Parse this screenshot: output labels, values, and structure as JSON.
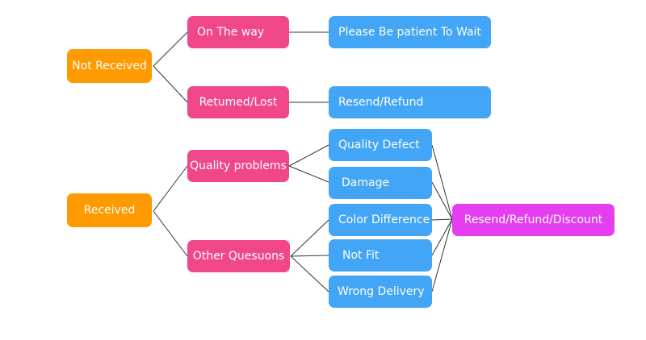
{
  "colors": {
    "level1": "#ff9a00",
    "level2": "#f0468a",
    "level3": "#42a5f5",
    "outcome": "#e53ef0",
    "connector": "#333333"
  },
  "nodes": {
    "not_received": "Not Received",
    "on_the_way": "On The way",
    "please_wait": "Please Be patient To Wait",
    "returned_lost": "Retumed/Lost",
    "resend_refund": "Resend/Refund",
    "received": "Received",
    "quality_problems": "Quality problems",
    "quality_defect": "Quality Defect",
    "damage": "Damage",
    "other_questions": "Other Quesuons",
    "color_difference": "Color Difference",
    "not_fit": "Not Fit",
    "wrong_delivery": "Wrong Delivery",
    "resend_refund_discount": "Resend/Refund/Discount"
  }
}
